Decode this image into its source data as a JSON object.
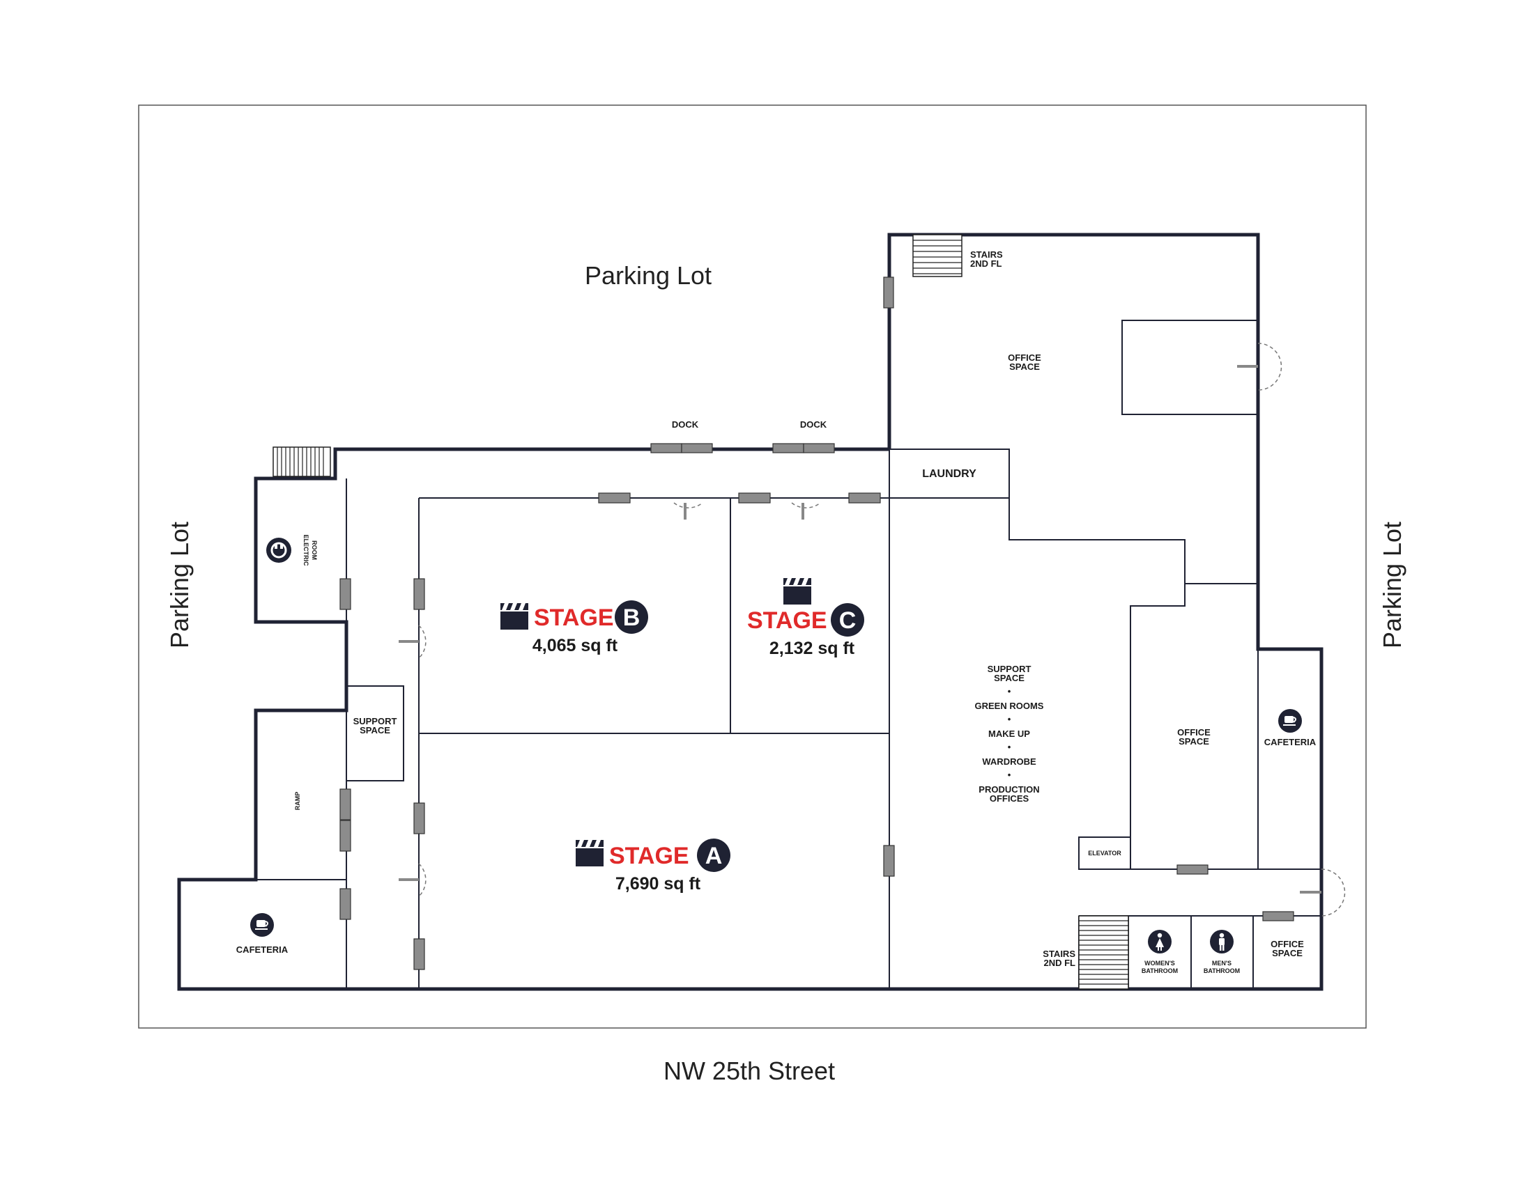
{
  "exterior": {
    "parking_top": "Parking Lot",
    "parking_left": "Parking Lot",
    "parking_right": "Parking Lot",
    "street": "NW 25th Street"
  },
  "rooms": {
    "dock_1": "DOCK",
    "dock_2": "DOCK",
    "stairs_top_l1": "STAIRS",
    "stairs_top_l2": "2ND FL",
    "office_top_l1": "OFFICE",
    "office_top_l2": "SPACE",
    "laundry": "LAUNDRY",
    "electric_l1": "ELECTRIC",
    "electric_l2": "ROOM",
    "support_left_l1": "SUPPORT",
    "support_left_l2": "SPACE",
    "ramp": "RAMP",
    "cafeteria_left": "CAFETERIA",
    "support_center_l1": "SUPPORT",
    "support_center_l2": "SPACE",
    "green_rooms": "GREEN ROOMS",
    "make_up": "MAKE UP",
    "wardrobe": "WARDROBE",
    "production_l1": "PRODUCTION",
    "production_l2": "OFFICES",
    "bullet": "•",
    "office_mid_l1": "OFFICE",
    "office_mid_l2": "SPACE",
    "cafeteria_right": "CAFETERIA",
    "elevator": "ELEVATOR",
    "stairs_bottom_l1": "STAIRS",
    "stairs_bottom_l2": "2ND FL",
    "womens_l1": "WOMEN'S",
    "womens_l2": "BATHROOM",
    "mens_l1": "MEN'S",
    "mens_l2": "BATHROOM",
    "office_br_l1": "OFFICE",
    "office_br_l2": "SPACE"
  },
  "stages": {
    "a": {
      "word": "STAGE",
      "letter": "A",
      "area": "7,690 sq ft"
    },
    "b": {
      "word": "STAGE",
      "letter": "B",
      "area": "4,065 sq ft"
    },
    "c": {
      "word": "STAGE",
      "letter": "C",
      "area": "2,132 sq ft"
    }
  },
  "colors": {
    "stage_red": "#e02a2a",
    "wall": "#1f2233",
    "badge": "#1f2233",
    "door": "#8c8c8c"
  },
  "icons": [
    "clapperboard-icon",
    "coffee-cup-icon",
    "electric-plug-icon",
    "woman-icon",
    "man-icon"
  ]
}
